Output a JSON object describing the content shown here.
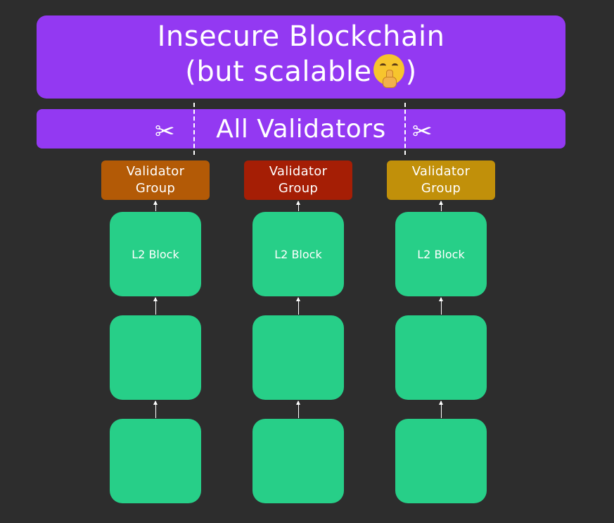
{
  "title": {
    "line1": "Insecure Blockchain",
    "line2_prefix": "(but scalable",
    "line2_suffix": ")",
    "emoji": "shushing-face"
  },
  "validators_banner": {
    "label": "All Validators"
  },
  "scissors_glyph": "✂",
  "columns": [
    {
      "group_label": "Validator Group",
      "group_color": "#b35a06",
      "blocks": [
        "L2 Block",
        "",
        ""
      ]
    },
    {
      "group_label": "Validator Group",
      "group_color": "#a51e05",
      "blocks": [
        "L2 Block",
        "",
        ""
      ]
    },
    {
      "group_label": "Validator Group",
      "group_color": "#c1900a",
      "blocks": [
        "L2 Block",
        "",
        ""
      ]
    }
  ],
  "colors": {
    "background": "#2d2d2d",
    "banner": "#9339f2",
    "block": "#27cf88"
  }
}
